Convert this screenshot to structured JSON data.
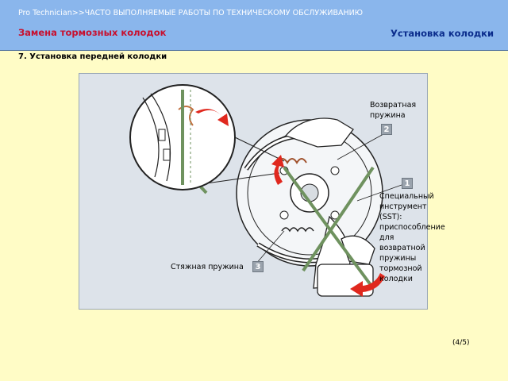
{
  "header": {
    "breadcrumb": "Pro Technician>>ЧАСТО ВЫПОЛНЯЕМЫЕ РАБОТЫ ПО ТЕХНИЧЕСКОМУ ОБСЛУЖИВАНИЮ",
    "subtitle": "Замена тормозных колодок",
    "section_title": "Установка колодки"
  },
  "step": {
    "title": "7. Установка передней колодки"
  },
  "figure": {
    "callouts": [
      {
        "number": "1",
        "label": "Специальный\nинструмент (SST):\nприспособление для\nвозвратной пружины\nтормозной колодки"
      },
      {
        "number": "2",
        "label": "Возвратная\nпружина"
      },
      {
        "number": "3",
        "label": "Стяжная пружина"
      }
    ]
  },
  "pagination": {
    "counter": "(4/5)"
  },
  "colors": {
    "header_bg": "#8ab6ec",
    "page_bg": "#fffcc6",
    "subtitle": "#c8102e",
    "section_title": "#0a2c8c",
    "tool_green": "#8bb07a",
    "arrow_red": "#e0281e"
  }
}
